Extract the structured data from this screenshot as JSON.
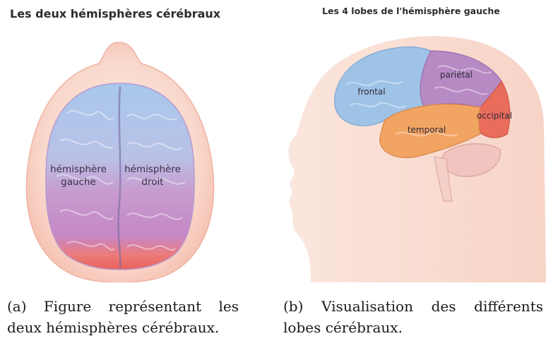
{
  "figure_a": {
    "panel_title": "Les deux hémisphères cérébraux",
    "labels": {
      "left_hemisphere_line1": "hémisphère",
      "left_hemisphere_line2": "gauche",
      "right_hemisphere_line1": "hémisphère",
      "right_hemisphere_line2": "droit"
    },
    "caption": "(a) Figure représentant les deux hémisphères cérébraux."
  },
  "figure_b": {
    "panel_title": "Les 4 lobes de l'hémisphère gauche",
    "labels": {
      "frontal": "frontal",
      "parietal": "pariétal",
      "temporal": "temporal",
      "occipital": "occipital"
    },
    "caption": "(b) Visualisation des différents lobes cérébraux."
  },
  "colors": {
    "frontal": "#9fc3e6",
    "parietal": "#b88ac4",
    "occipital": "#ea6d5c",
    "temporal": "#f2a463",
    "skin": "#f9ddd2",
    "cerebellum": "#f2c4c0"
  }
}
